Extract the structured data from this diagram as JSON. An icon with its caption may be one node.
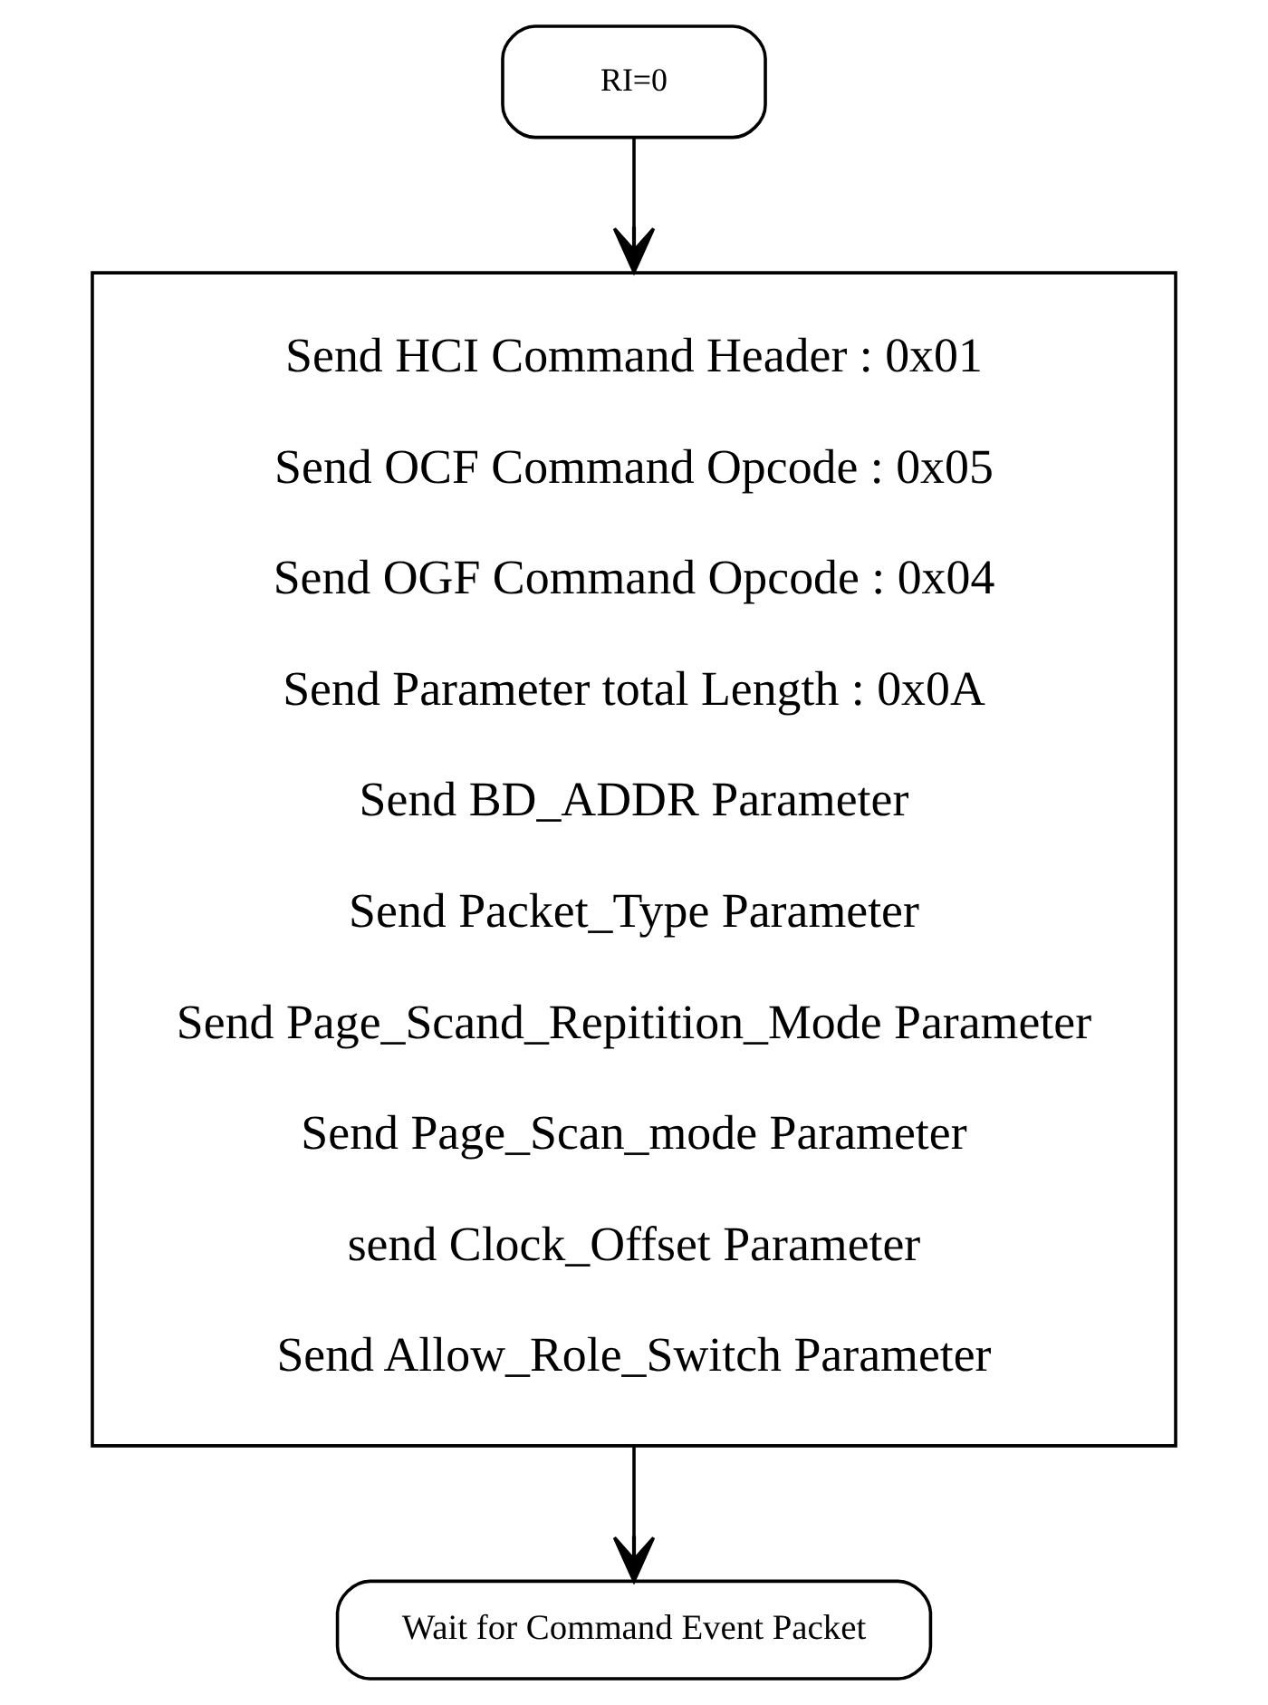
{
  "diagram": {
    "nodes": [
      {
        "text": [
          "RI=0"
        ]
      },
      {
        "text": [
          "Send HCI Command Header : 0x01",
          "Send OCF Command Opcode : 0x05",
          "Send OGF Command Opcode : 0x04",
          "Send Parameter total Length : 0x0A",
          "Send BD_ADDR Parameter",
          "Send Packet_Type Parameter",
          "Send Page_Scand_Repitition_Mode Parameter",
          "Send Page_Scan_mode Parameter",
          "send Clock_Offset Parameter",
          "Send Allow_Role_Switch Parameter"
        ]
      },
      {
        "text": [
          "Wait for Command Event Packet"
        ]
      }
    ],
    "edges": [
      {
        "from": 0,
        "to": 1,
        "arrow": "to"
      },
      {
        "from": 1,
        "to": 2,
        "arrow": "to"
      }
    ]
  }
}
